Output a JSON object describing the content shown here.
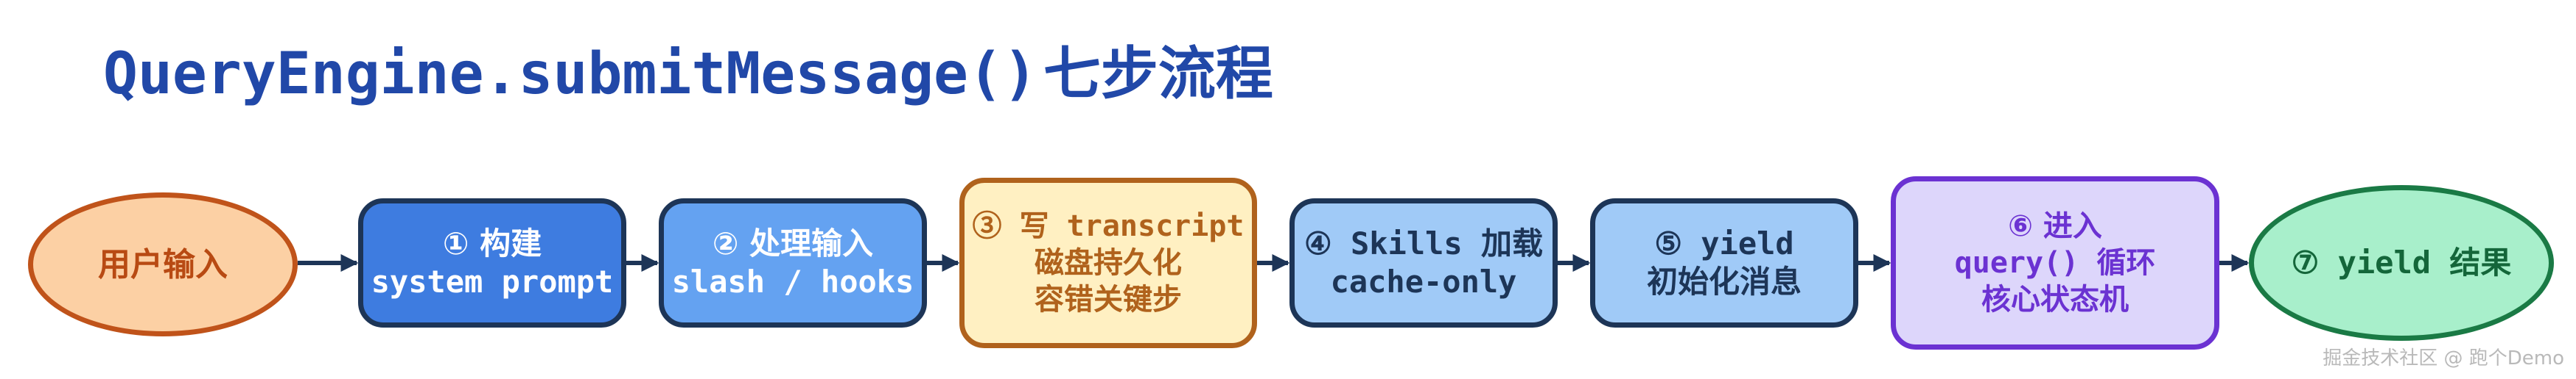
{
  "title": {
    "code": "QueryEngine.submitMessage()",
    "cn": "七步流程"
  },
  "steps": [
    {
      "lines": [
        "用户输入"
      ],
      "fill": "#fcd0a4",
      "stroke": "#c0531a",
      "text": "#b84a13"
    },
    {
      "lines": [
        "① 构建",
        "system prompt"
      ],
      "fill": "#3e7ce0",
      "stroke": "#1d3557",
      "text": "#ffffff"
    },
    {
      "lines": [
        "② 处理输入",
        "slash / hooks"
      ],
      "fill": "#64a2f1",
      "stroke": "#1d3557",
      "text": "#ffffff"
    },
    {
      "lines": [
        "③ 写 transcript",
        "磁盘持久化",
        "容错关键步"
      ],
      "fill": "#fff0c2",
      "stroke": "#b0621c",
      "text": "#b0621c"
    },
    {
      "lines": [
        "④ Skills 加载",
        "cache-only"
      ],
      "fill": "#a0caf7",
      "stroke": "#1d3557",
      "text": "#1d3557"
    },
    {
      "lines": [
        "⑤ yield",
        "初始化消息"
      ],
      "fill": "#a0caf7",
      "stroke": "#1d3557",
      "text": "#1d3557"
    },
    {
      "lines": [
        "⑥ 进入",
        "query() 循环",
        "核心状态机"
      ],
      "fill": "#ddd6fb",
      "stroke": "#6b32d2",
      "text": "#6b32d2"
    },
    {
      "lines": [
        "⑦ yield 结果"
      ],
      "fill": "#a8efcb",
      "stroke": "#1a7a45",
      "text": "#14663a"
    }
  ],
  "arrow_color": "#1d3557",
  "credit": "掘金技术社区 @ 跑个Demo"
}
